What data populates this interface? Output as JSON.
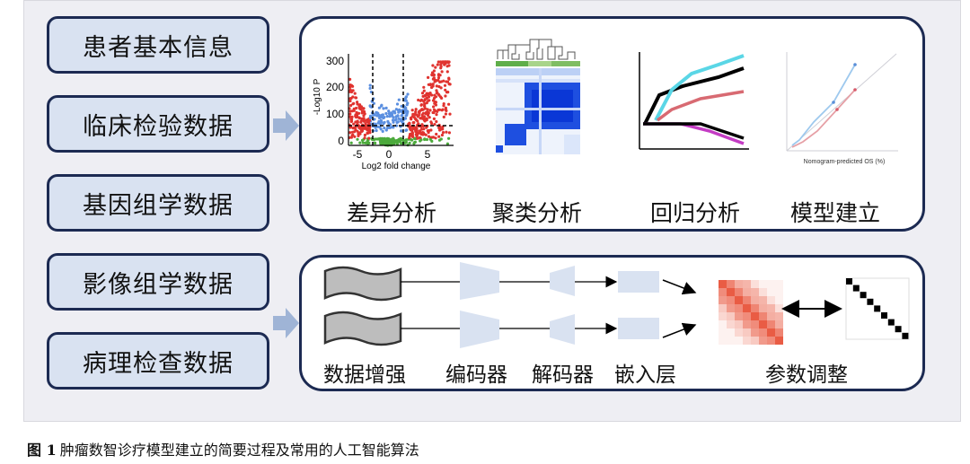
{
  "input_boxes": [
    {
      "label": "患者基本信息"
    },
    {
      "label": "临床检验数据"
    },
    {
      "label": "基因组学数据"
    },
    {
      "label": "影像组学数据"
    },
    {
      "label": "病理检查数据"
    }
  ],
  "top_panel": {
    "captions": [
      "差异分析",
      "聚类分析",
      "回归分析",
      "模型建立"
    ],
    "volcano": {
      "y_ticks": [
        "0",
        "100",
        "200",
        "300"
      ],
      "x_ticks": [
        "-5",
        "0",
        "5"
      ],
      "ylabel": "-Log10 P",
      "xlabel": "Log2 fold change"
    },
    "nomogram_xlabel": "Nomogram-predicted OS (%)"
  },
  "bottom_panel": {
    "captions": [
      "数据增强",
      "编码器",
      "解码器",
      "嵌入层",
      "参数调整"
    ]
  },
  "figure_caption": {
    "number": "图 1",
    "text": "肿瘤数智诊疗模型建立的简要过程及常用的人工智能算法"
  },
  "colors": {
    "box_fill": "#d9e2f1",
    "border": "#1c2a52",
    "arrow": "#9fb4d6",
    "volcano_red": "#e0332f",
    "volcano_blue": "#5b8fe0",
    "volcano_green": "#4caa3c",
    "heat_red": "#e8533a"
  }
}
